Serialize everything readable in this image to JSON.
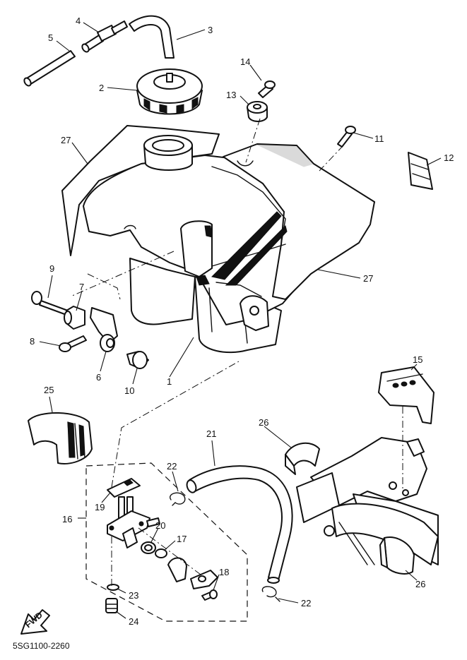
{
  "diagram_code": "5SG1100-2260",
  "fwd_label": "FWD",
  "callouts": {
    "c1": "1",
    "c2": "2",
    "c3": "3",
    "c4": "4",
    "c5": "5",
    "c6": "6",
    "c7": "7",
    "c8": "8",
    "c9": "9",
    "c10": "10",
    "c11": "11",
    "c12": "12",
    "c13": "13",
    "c14": "14",
    "c15": "15",
    "c16": "16",
    "c17": "17",
    "c18": "18",
    "c19": "19",
    "c20": "20",
    "c21": "21",
    "c22a": "22",
    "c22b": "22",
    "c23": "23",
    "c24": "24",
    "c25": "25",
    "c26a": "26",
    "c26b": "26",
    "c27a": "27",
    "c27b": "27"
  }
}
